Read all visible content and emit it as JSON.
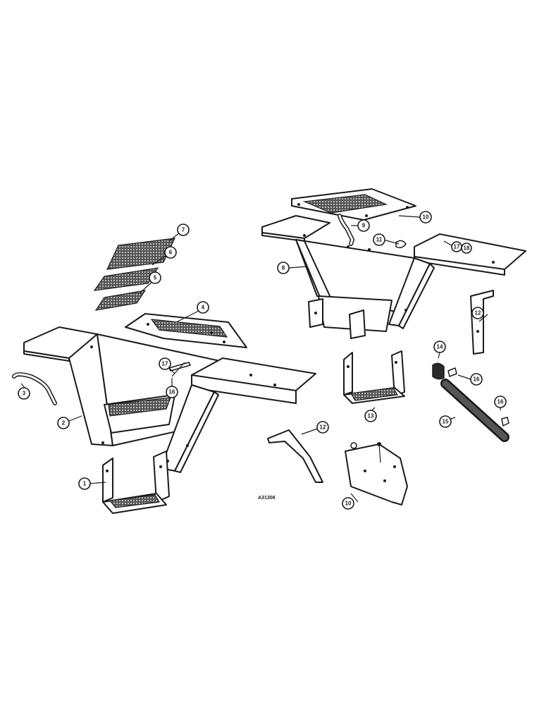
{
  "drawing_code": "A31308",
  "callouts": {
    "c1": "1",
    "c2": "2",
    "c3": "3",
    "c4": "4",
    "c5": "5",
    "c6": "6",
    "c7": "7",
    "c8": "8",
    "c9": "9",
    "c10a": "10",
    "c10b": "10",
    "c11": "11",
    "c12a": "12",
    "c12b": "12",
    "c13": "13",
    "c14": "14",
    "c15": "15",
    "c16a": "16",
    "c16b": "16",
    "c16c": "16",
    "c17a": "17",
    "c17b": "17",
    "c18": "18"
  },
  "colors": {
    "ink": "#1a1a1a",
    "paper": "#ffffff"
  }
}
